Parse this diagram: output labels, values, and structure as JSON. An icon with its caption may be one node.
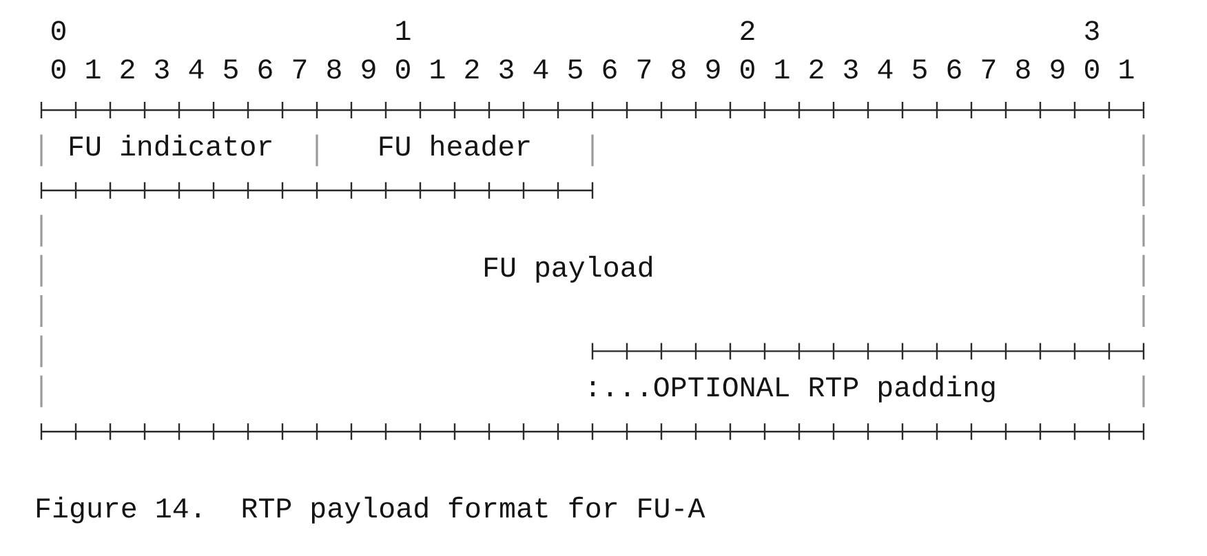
{
  "diagram": {
    "caption": "Figure 14.  RTP payload format for FU-A",
    "nodes": [
      {
        "text": [
          "FU indicator"
        ]
      },
      {
        "text": [
          "FU header"
        ]
      },
      {
        "text": [
          "FU payload"
        ]
      },
      {
        "text": [
          ":...OPTIONAL RTP padding"
        ]
      }
    ],
    "labels": [
      "0",
      "1",
      "2",
      "3",
      "0",
      "1",
      "2",
      "3",
      "4",
      "5",
      "6",
      "7",
      "8",
      "9",
      "0",
      "1",
      "2",
      "3",
      "4",
      "5",
      "6",
      "7",
      "8",
      "9",
      "0",
      "1",
      "2",
      "3",
      "4",
      "5",
      "6",
      "7",
      "8",
      "9",
      "0",
      "1"
    ]
  }
}
